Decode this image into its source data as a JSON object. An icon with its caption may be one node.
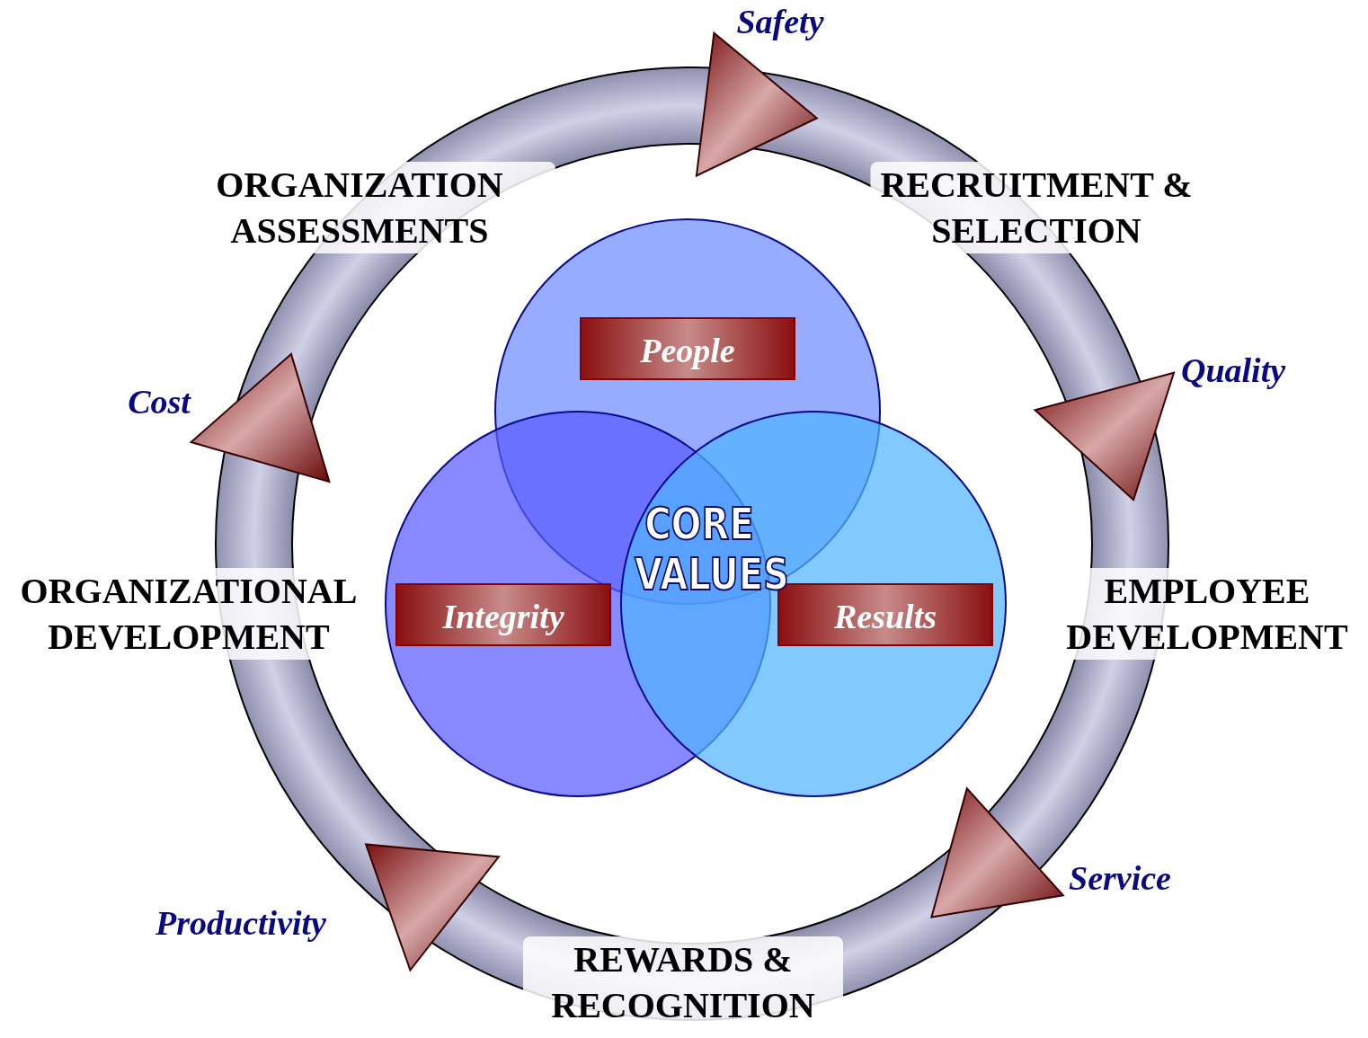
{
  "diagram": {
    "nodes": [
      {
        "text": [
          "People"
        ]
      },
      {
        "text": [
          "Integrity"
        ]
      },
      {
        "text": [
          "Results"
        ]
      }
    ],
    "labels": [
      "Safety",
      "ORGANIZATION ASSESSMENTS",
      "RECRUITMENT & SELECTION",
      "Quality",
      "Cost",
      "CORE VALUES",
      "ORGANIZATIONAL DEVELOPMENT",
      "EMPLOYEE DEVELOPMENT",
      "Service",
      "Productivity",
      "REWARDS & RECOGNITION"
    ]
  }
}
